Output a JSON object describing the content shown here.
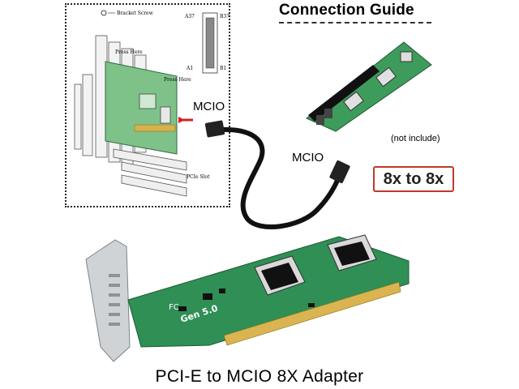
{
  "header": {
    "title": "Connection Guide"
  },
  "diagram": {
    "bracket_label": "Bracket Screw",
    "press_here_1": "Press Here",
    "press_here_2": "Press Here",
    "pcie_slot_label": "PCIe Slot",
    "pin_a37": "A37",
    "pin_b37": "B37",
    "pin_a1": "A1",
    "pin_b1": "B1"
  },
  "labels": {
    "mcio_left": "MCIO",
    "mcio_right": "MCIO",
    "not_include": "(not include)",
    "ratio": "8x to 8x"
  },
  "card": {
    "silk": "Gen 5.0"
  },
  "footer": {
    "product_title": "PCI‑E  to MCIO 8X Adapter"
  },
  "colors": {
    "pcb": "#2f8f55",
    "ratio_border": "#c0392b"
  }
}
